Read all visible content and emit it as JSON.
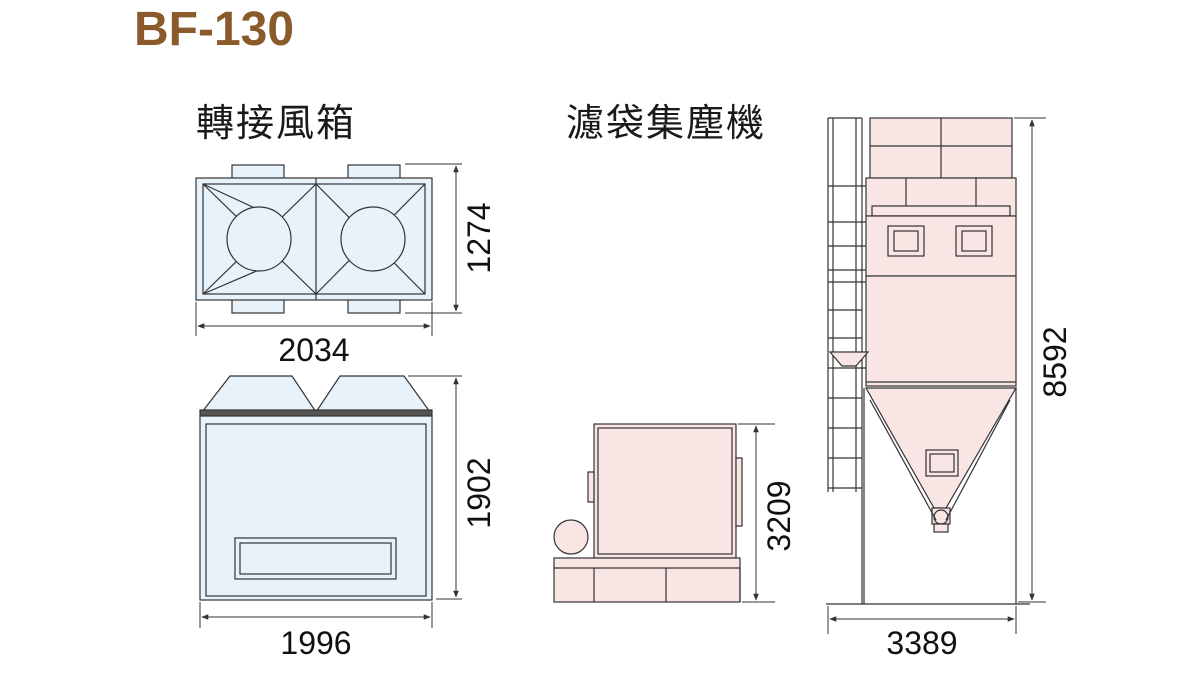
{
  "header": {
    "model": "BF-130"
  },
  "sections": {
    "adapter_box": {
      "title": "轉接風箱"
    },
    "dust_collector": {
      "title": "濾袋集塵機"
    }
  },
  "dimensions": {
    "adapter_top_height": "1274",
    "adapter_top_width": "2034",
    "adapter_front_height": "1902",
    "adapter_front_width": "1996",
    "collector_base_height": "3209",
    "collector_total_height": "8592",
    "collector_total_width": "3389"
  },
  "colors": {
    "title": "#8a5a2b",
    "adapter_fill": "#e8f2fb",
    "collector_fill": "#f9e6e4",
    "line": "#333333"
  }
}
